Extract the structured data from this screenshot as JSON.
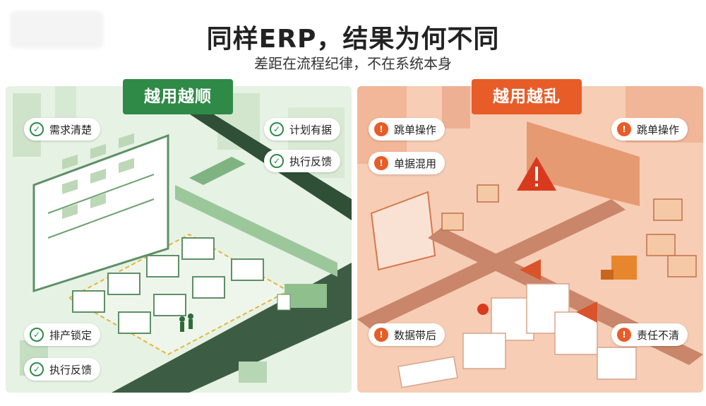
{
  "header": {
    "title": "同样ERP，结果为何不同",
    "subtitle": "差距在流程纪律，不在系统本身"
  },
  "left_panel": {
    "banner": "越用越顺",
    "accent": "#2f8a47",
    "tags": [
      {
        "label": "需求清楚",
        "icon": "check-icon"
      },
      {
        "label": "计划有据",
        "icon": "check-icon"
      },
      {
        "label": "执行反馈",
        "icon": "check-icon"
      },
      {
        "label": "排产锁定",
        "icon": "check-icon"
      },
      {
        "label": "执行反馈",
        "icon": "check-icon"
      }
    ]
  },
  "right_panel": {
    "banner": "越用越乱",
    "accent": "#e85c28",
    "tags": [
      {
        "label": "跳单操作",
        "icon": "warning-icon"
      },
      {
        "label": "单据混用",
        "icon": "warning-icon"
      },
      {
        "label": "跳单操作",
        "icon": "warning-icon"
      },
      {
        "label": "数据带后",
        "icon": "warning-icon"
      },
      {
        "label": "责任不清",
        "icon": "warning-icon"
      }
    ]
  }
}
